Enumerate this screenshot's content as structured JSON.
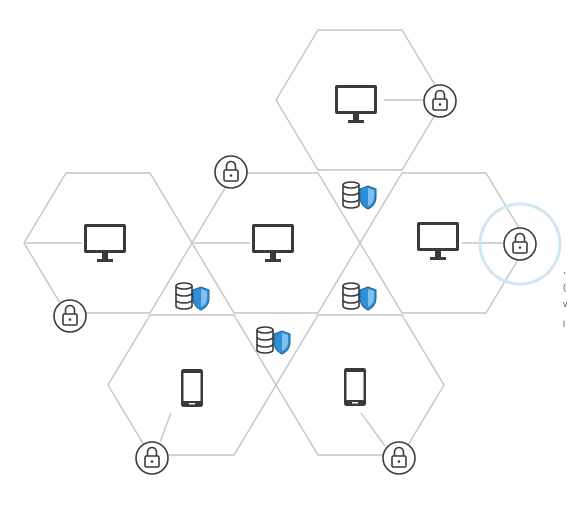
{
  "diagram": {
    "colors": {
      "hex_stroke": "#c4c4c4",
      "device_dark": "#3a3a3a",
      "lock_stroke": "#3a3a3a",
      "shield_blue": "#2f8fd6",
      "highlight_ring": "#cfe6f5",
      "background": "#ffffff"
    },
    "cells": [
      {
        "name": "hex-top",
        "device": "monitor-icon"
      },
      {
        "name": "hex-left",
        "device": "monitor-icon"
      },
      {
        "name": "hex-center",
        "device": "monitor-icon"
      },
      {
        "name": "hex-right",
        "device": "monitor-icon"
      },
      {
        "name": "hex-bottom-left",
        "device": "phone-icon"
      },
      {
        "name": "hex-bottom-right",
        "device": "phone-icon"
      }
    ],
    "locks": [
      {
        "name": "lock-top",
        "icon": "padlock-icon"
      },
      {
        "name": "lock-upper-left",
        "icon": "padlock-icon"
      },
      {
        "name": "lock-right-highlighted",
        "icon": "padlock-icon",
        "highlighted": true
      },
      {
        "name": "lock-left",
        "icon": "padlock-icon"
      },
      {
        "name": "lock-bottom-left",
        "icon": "padlock-icon"
      },
      {
        "name": "lock-bottom-right",
        "icon": "padlock-icon"
      }
    ],
    "secure_databases": [
      {
        "name": "secure-db-top",
        "icon": "database-shield-icon"
      },
      {
        "name": "secure-db-left",
        "icon": "database-shield-icon"
      },
      {
        "name": "secure-db-right",
        "icon": "database-shield-icon"
      },
      {
        "name": "secure-db-bottom",
        "icon": "database-shield-icon"
      }
    ],
    "edge_text": [
      ",",
      "(",
      "v",
      "l"
    ]
  }
}
